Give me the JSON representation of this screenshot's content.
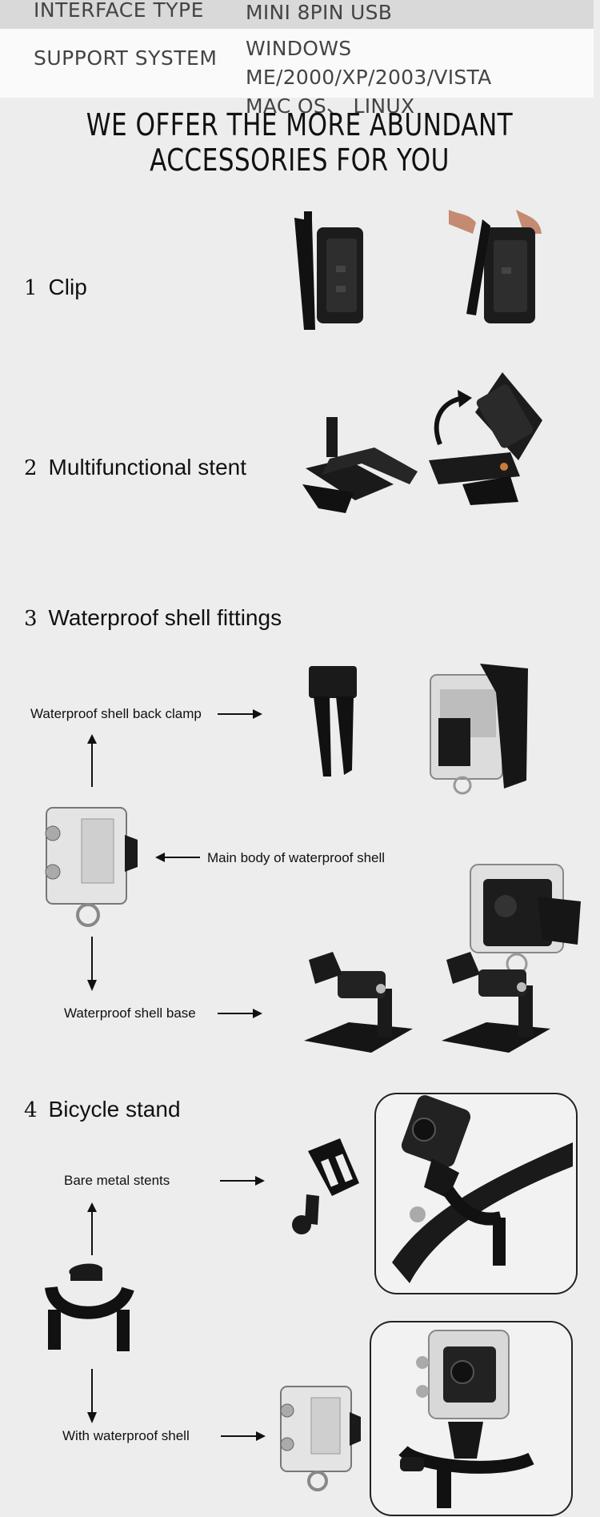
{
  "specs": [
    {
      "key": "INTERFACE TYPE",
      "value_lines": [
        "MINI 8PIN USB"
      ]
    },
    {
      "key": "SUPPORT SYSTEM",
      "value_lines": [
        "WINDOWS ME/2000/XP/2003/VISTA",
        "MAC OS、 LINUX"
      ]
    }
  ],
  "banner": "WE OFFER THE MORE ABUNDANT ACCESSORIES FOR YOU",
  "sections": [
    {
      "num": "1",
      "title": "Clip"
    },
    {
      "num": "2",
      "title": "Multifunctional stent"
    },
    {
      "num": "3",
      "title": "Waterproof shell fittings"
    },
    {
      "num": "4",
      "title": "Bicycle stand"
    }
  ],
  "labels": {
    "back_clamp": "Waterproof shell back clamp",
    "main_body": "Main body of waterproof shell",
    "shell_base": "Waterproof shell base",
    "bare_metal": "Bare metal stents",
    "with_shell": "With waterproof shell"
  },
  "colors": {
    "background": "#ededed",
    "text": "#111111",
    "accessory": "#1a1a1a"
  }
}
